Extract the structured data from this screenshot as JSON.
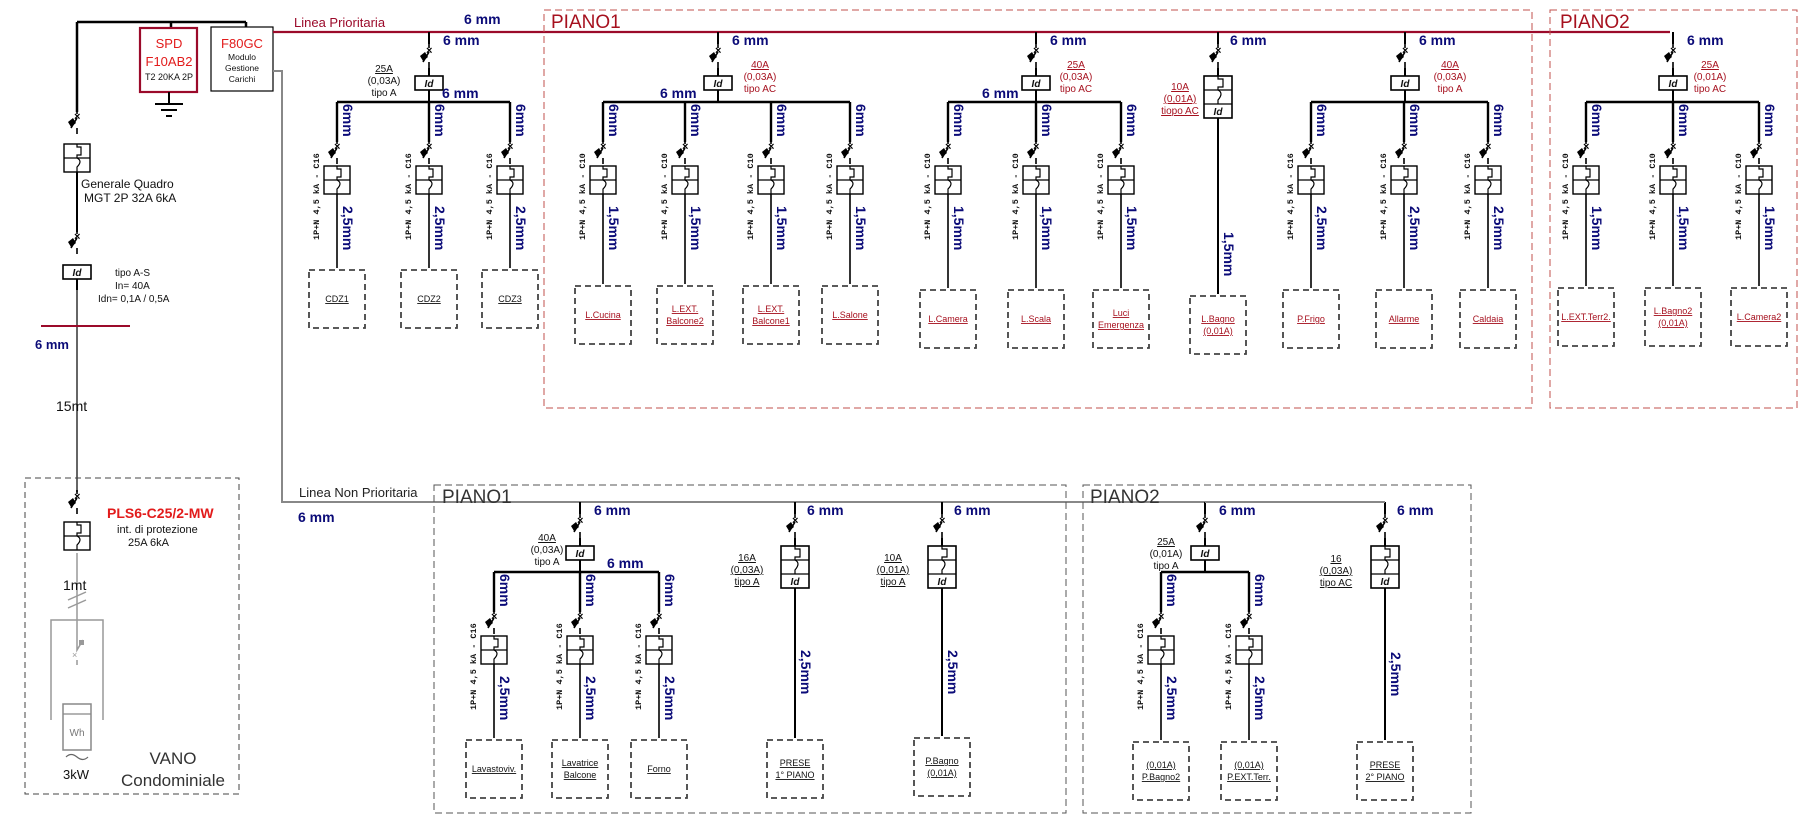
{
  "colors": {
    "wire": "#000000",
    "bus_priority": "#9b0a2a",
    "bus_nonpriority": "#888888",
    "section_priority_border": "#c0504d",
    "section_nonpriority_border": "#555555",
    "cable_size": "#0b0b78",
    "label_red": "#e21b1b",
    "label_darkred": "#a6101e",
    "text": "#111111",
    "meter_gray": "#888888"
  },
  "supply": {
    "spd": {
      "title": "SPD",
      "model": "F10AB2",
      "spec": "T2 20KA 2P"
    },
    "load_manager": {
      "title": "F80GC",
      "line1": "Modulo",
      "line2": "Gestione",
      "line3": "Carichi"
    },
    "main_switch": {
      "line1": "Generale Quadro",
      "line2": "MGT 2P 32A 6kA"
    },
    "main_rcd": {
      "id_label": "Id",
      "line1": "tipo A-S",
      "line2": "In= 40A",
      "line3": "Idn= 0,1A / 0,5A"
    },
    "feeder_cable": "6 mm",
    "feeder_length": "15mt",
    "vano": {
      "breaker_model": "PLS6-C25/2-MW",
      "breaker_line1": "int. di protezione",
      "breaker_line2": "25A 6kA",
      "link_length": "1mt",
      "meter_label": "Wh",
      "meter_power": "3kW",
      "title1": "VANO",
      "title2": "Condominiale"
    }
  },
  "priority_line": {
    "label": "Linea Prioritaria",
    "cable": "6 mm",
    "groups": [
      {
        "id": "cdz",
        "type": "rcd-split",
        "input_cable": "6 mm",
        "bus_cable": "6 mm",
        "rating": "25A",
        "idn": "(0,03A)",
        "tipo": "tipo A",
        "label_color": "black",
        "branches": [
          {
            "name": "CDZ1",
            "breaker": "1P+N  4,5 kA - C16",
            "branch_cable": "6mm",
            "cable": "2,5mm"
          },
          {
            "name": "CDZ2",
            "breaker": "1P+N  4,5 kA - C16",
            "branch_cable": "6mm",
            "cable": "2,5mm"
          },
          {
            "name": "CDZ3",
            "breaker": "1P+N  4,5 kA - C16",
            "branch_cable": "6mm",
            "cable": "2,5mm"
          }
        ]
      }
    ],
    "sections": [
      {
        "title": "PIANO1",
        "groups": [
          {
            "id": "p1-luci-a",
            "type": "rcd-split",
            "input_cable": "6 mm",
            "bus_cable": "6 mm",
            "rating": "40A",
            "idn": "(0,03A)",
            "tipo": "tipo AC",
            "label_color": "red",
            "branches": [
              {
                "name": "L.Cucina",
                "breaker": "1P+N  4,5 kA - C10",
                "branch_cable": "6mm",
                "cable": "1,5mm"
              },
              {
                "name": "L.EXT.\nBalcone2",
                "breaker": "1P+N  4,5 kA - C10",
                "branch_cable": "6mm",
                "cable": "1,5mm"
              },
              {
                "name": "L.EXT.\nBalcone1",
                "breaker": "1P+N  4,5 kA - C10",
                "branch_cable": "6mm",
                "cable": "1,5mm"
              },
              {
                "name": "L.Salone",
                "breaker": "1P+N  4,5 kA - C10",
                "branch_cable": "6mm",
                "cable": "1,5mm"
              }
            ]
          },
          {
            "id": "p1-luci-b",
            "type": "rcd-split",
            "input_cable": "6 mm",
            "bus_cable": "6 mm",
            "rating": "25A",
            "idn": "(0,03A)",
            "tipo": "tipo AC",
            "label_color": "red",
            "branches": [
              {
                "name": "L.Camera",
                "breaker": "1P+N  4,5 kA - C10",
                "branch_cable": "6mm",
                "cable": "1,5mm"
              },
              {
                "name": "L.Scala",
                "breaker": "1P+N  4,5 kA - C10",
                "branch_cable": "6mm",
                "cable": "1,5mm"
              },
              {
                "name": "Luci\nEmergenza",
                "breaker": "1P+N  4,5 kA - C10",
                "branch_cable": "6mm",
                "cable": "1,5mm"
              }
            ]
          },
          {
            "id": "p1-bagno",
            "type": "rcbo",
            "input_cable": "6 mm",
            "rating": "10A",
            "idn": "(0,01A)",
            "tipo": "tiopo AC",
            "label_color": "red",
            "load": {
              "name": "L.Bagno\n(0,01A)",
              "cable": "1,5mm"
            }
          },
          {
            "id": "p1-prese",
            "type": "rcd-split",
            "input_cable": "6 mm",
            "bus_cable": "",
            "rating": "40A",
            "idn": "(0,03A)",
            "tipo": "tipo A",
            "label_color": "red",
            "branches": [
              {
                "name": "P.Frigo",
                "breaker": "1P+N  4,5 kA - C16",
                "branch_cable": "6mm",
                "cable": "2,5mm"
              },
              {
                "name": "Allarme",
                "breaker": "1P+N  4,5 kA - C16",
                "branch_cable": "6mm",
                "cable": "2,5mm"
              },
              {
                "name": "Caldaia",
                "breaker": "1P+N  4,5 kA - C16",
                "branch_cable": "6mm",
                "cable": "2,5mm"
              }
            ]
          }
        ]
      },
      {
        "title": "PIANO2",
        "groups": [
          {
            "id": "p2-luci",
            "type": "rcd-split",
            "input_cable": "6 mm",
            "bus_cable": "",
            "rating": "25A",
            "idn": "(0,01A)",
            "tipo": "tipo AC",
            "label_color": "red",
            "branches": [
              {
                "name": "L.EXT.Terr2.",
                "breaker": "1P+N  4,5 kA - C10",
                "branch_cable": "6mm",
                "cable": "1,5mm"
              },
              {
                "name": "L.Bagno2\n(0,01A)",
                "breaker": "1P+N  4,5 kA - C10",
                "branch_cable": "6mm",
                "cable": "1,5mm"
              },
              {
                "name": "L.Camera2",
                "breaker": "1P+N  4,5 kA - C10",
                "branch_cable": "6mm",
                "cable": "1,5mm"
              }
            ]
          }
        ]
      }
    ]
  },
  "nonpriority_line": {
    "label": "Linea Non Prioritaria",
    "cable": "6 mm",
    "sections": [
      {
        "title": "PIANO1",
        "groups": [
          {
            "id": "np1-elettrodom",
            "type": "rcd-split",
            "input_cable": "6 mm",
            "bus_cable": "6 mm",
            "rating": "40A",
            "idn": "(0,03A)",
            "tipo": "tipo A",
            "label_color": "black",
            "branches": [
              {
                "name": "Lavastoviv.",
                "breaker": "1P+N  4,5 kA - C16",
                "branch_cable": "6mm",
                "cable": "2,5mm"
              },
              {
                "name": "Lavatrice\nBalcone",
                "breaker": "1P+N  4,5 kA - C16",
                "branch_cable": "6mm",
                "cable": "2,5mm"
              },
              {
                "name": "Forno",
                "breaker": "1P+N  4,5 kA - C16",
                "branch_cable": "6mm",
                "cable": "2,5mm"
              }
            ]
          },
          {
            "id": "np1-prese",
            "type": "rcbo",
            "input_cable": "6 mm",
            "rating": "16A",
            "idn": "(0,03A)",
            "tipo": "tipo A",
            "label_color": "black",
            "load": {
              "name": "PRESE\n1° PIANO",
              "cable": "2,5mm"
            }
          },
          {
            "id": "np1-pbagno",
            "type": "rcbo",
            "input_cable": "6 mm",
            "rating": "10A",
            "idn": "(0,01A)",
            "tipo": "tipo A",
            "label_color": "black",
            "load": {
              "name": "P.Bagno\n(0,01A)",
              "cable": "2,5mm"
            }
          }
        ]
      },
      {
        "title": "PIANO2",
        "groups": [
          {
            "id": "np2-prese",
            "type": "rcd-split",
            "input_cable": "6 mm",
            "bus_cable": "",
            "rating": "25A",
            "idn": "(0,01A)",
            "tipo": "tipo A",
            "label_color": "black",
            "branches": [
              {
                "name": "(0,01A)\nP.Bagno2",
                "breaker": "1P+N  4,5 kA - C16",
                "branch_cable": "6mm",
                "cable": "2,5mm"
              },
              {
                "name": "(0,01A)\nP.EXT.Terr.",
                "breaker": "1P+N  4,5 kA - C16",
                "branch_cable": "6mm",
                "cable": "2,5mm"
              }
            ]
          },
          {
            "id": "np2-prese2",
            "type": "rcbo",
            "input_cable": "6 mm",
            "rating": "16",
            "idn": "(0,03A)",
            "tipo": "tipo AC",
            "label_color": "black",
            "load": {
              "name": "PRESE\n2° PIANO",
              "cable": "2,5mm"
            }
          }
        ]
      }
    ]
  }
}
